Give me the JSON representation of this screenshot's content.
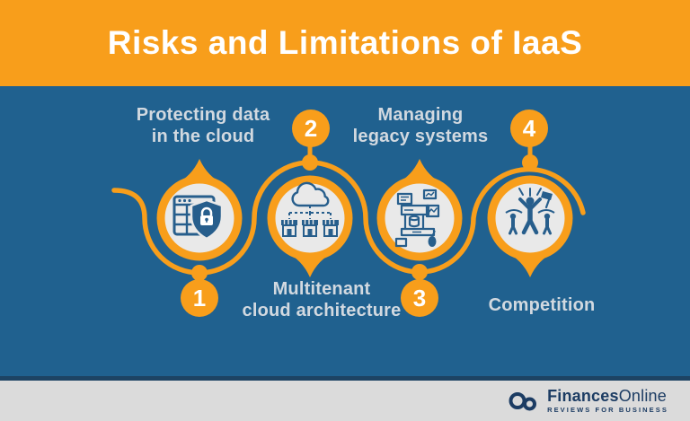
{
  "header": {
    "title": "Risks and Limitations of IaaS"
  },
  "theme": {
    "accent_orange": "#F89E1B",
    "background_blue": "#20618F",
    "icon_blue": "#275E8C",
    "circle_fill": "#E9E9E9",
    "label_color": "#D2D9E0",
    "separator_navy": "#1D4363",
    "footer_gray": "#DBDBDB",
    "logo_navy": "#1C3C63"
  },
  "steps": [
    {
      "number": "1",
      "label_line1": "Protecting data",
      "label_line2": "in the cloud",
      "icon": "data-shield-lock-icon",
      "label_position": "above",
      "badge_position": "below"
    },
    {
      "number": "2",
      "label_line1": "Multitenant",
      "label_line2": "cloud architecture",
      "icon": "cloud-multitenant-stores-icon",
      "label_position": "below",
      "badge_position": "above"
    },
    {
      "number": "3",
      "label_line1": "Managing",
      "label_line2": "legacy systems",
      "icon": "legacy-machine-icon",
      "label_position": "above",
      "badge_position": "below"
    },
    {
      "number": "4",
      "label_line1": "Competition",
      "label_line2": "",
      "icon": "race-winner-icon",
      "label_position": "below",
      "badge_position": "above"
    }
  ],
  "footer": {
    "brand_bold": "Finances",
    "brand_regular": "Online",
    "tagline": "REVIEWS FOR BUSINESS"
  }
}
